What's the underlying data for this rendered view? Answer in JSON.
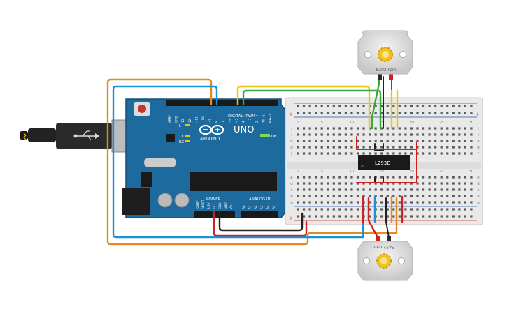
{
  "arduino": {
    "brand": "ARDUINO",
    "model": "UNO",
    "digital_label": "DIGITAL (PWM~)",
    "power_label": "POWER",
    "analog_label": "ANALOG IN",
    "on_label": "ON",
    "led_l": "L",
    "led_tx": "TX",
    "led_rx": "RX",
    "top_pins": [
      "AREF",
      "GND",
      "13",
      "12",
      "~11",
      "~10",
      "~9",
      "8",
      "7",
      "~6",
      "~5",
      "4",
      "~3",
      "2",
      "TX→1",
      "RX←0"
    ],
    "power_pins": [
      "IOREF",
      "RESET",
      "3.3V",
      "5V",
      "GND",
      "GND",
      "Vin"
    ],
    "analog_pins": [
      "A0",
      "A1",
      "A2",
      "A3",
      "A4",
      "A5"
    ]
  },
  "chip": {
    "label": "L293D"
  },
  "motor_top": {
    "rpm_label": "-8292 rpm"
  },
  "motor_bottom": {
    "rpm_label": "5452 rpm"
  },
  "breadboard": {
    "row_letters_top": [
      "j",
      "i",
      "h",
      "g",
      "f"
    ],
    "row_letters_bottom": [
      "e",
      "d",
      "c",
      "b",
      "a"
    ],
    "column_numbers": [
      "1",
      "5",
      "10",
      "15",
      "20",
      "25",
      "30"
    ],
    "rail_minus": "-",
    "rail_plus": "+"
  },
  "colors": {
    "board": "#1d6a9e",
    "wire_orange": "#e58a1f",
    "wire_blue": "#1e90d6",
    "wire_yellow": "#e8c51c",
    "wire_green": "#3aa63a",
    "wire_red": "#d02020",
    "wire_black": "#222222"
  }
}
